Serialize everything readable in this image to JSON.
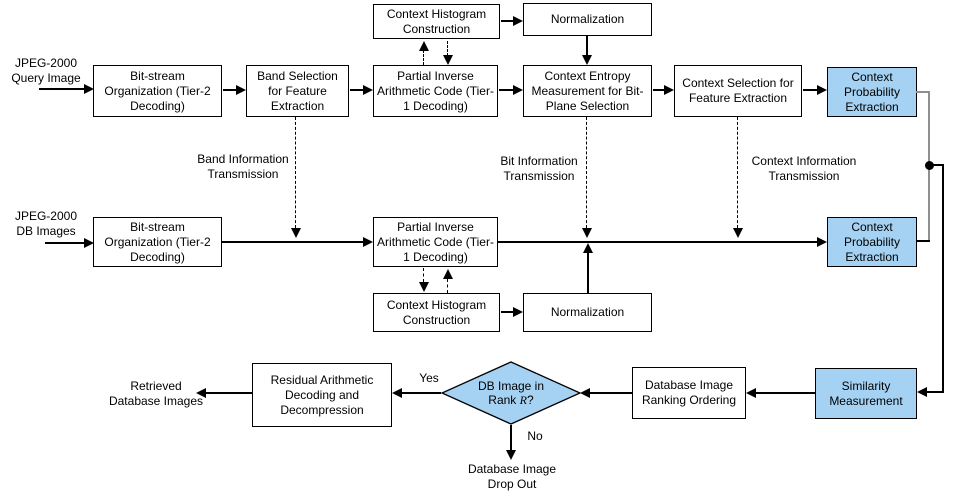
{
  "colors": {
    "highlight_fill": "#a5d2f3",
    "box_fill": "#ffffff",
    "line_black": "#000000",
    "connector_gray": "#8f8f8f"
  },
  "nodes": {
    "context_histogram_top": "Context Histogram Construction",
    "normalization_top": "Normalization",
    "bitstream_query": "Bit-stream Organization (Tier-2 Decoding)",
    "band_selection": "Band Selection for Feature Extraction",
    "partial_inverse_query": "Partial Inverse Arithmetic Code (Tier-1 Decoding)",
    "context_entropy": "Context Entropy Measurement for Bit-Plane Selection",
    "context_selection": "Context Selection for Feature Extraction",
    "context_probability_query": "Context Probability Extraction",
    "bitstream_db": "Bit-stream Organization (Tier-2 Decoding)",
    "partial_inverse_db": "Partial Inverse Arithmetic Code (Tier-1 Decoding)",
    "context_probability_db": "Context Probability Extraction",
    "context_histogram_bottom": "Context Histogram Construction",
    "normalization_bottom": "Normalization",
    "residual": "Residual Arithmetic Decoding and Decompression",
    "ranking": "Database Image Ranking Ordering",
    "similarity": "Similarity Measurement"
  },
  "decision": {
    "line1": "DB Image in",
    "line2_prefix": "Rank ",
    "line2_italic": "R",
    "line2_suffix": "?"
  },
  "labels": {
    "query_input": {
      "line1": "JPEG-2000",
      "line2": "Query Image"
    },
    "db_input": {
      "line1": "JPEG-2000",
      "line2": "DB Images"
    },
    "band_info": {
      "line1": "Band Information",
      "line2": "Transmission"
    },
    "bit_info": {
      "line1": "Bit Information",
      "line2": "Transmission"
    },
    "context_info": {
      "line1": "Context Information",
      "line2": "Transmission"
    },
    "retrieved": {
      "line1": "Retrieved",
      "line2": "Database Images"
    },
    "drop_out": {
      "line1": "Database Image",
      "line2": "Drop Out"
    },
    "yes": "Yes",
    "no": "No"
  }
}
